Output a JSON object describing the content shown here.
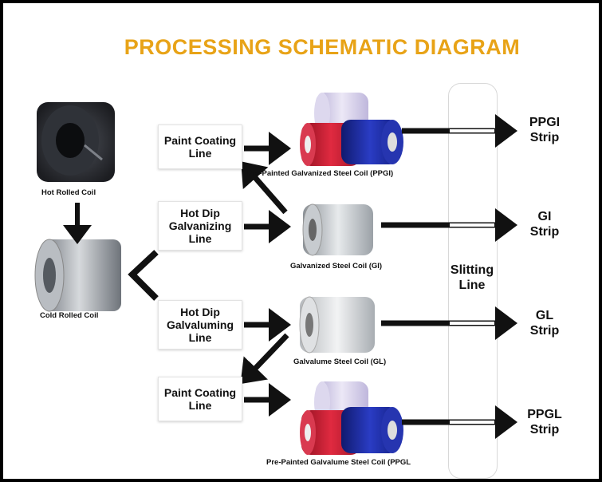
{
  "title": "PROCESSING SCHEMATIC DIAGRAM",
  "colors": {
    "title": "#e8a317",
    "arrow": "#111111",
    "coil_hot": "#2b2d33",
    "coil_cold": "#9aa0a6",
    "coil_red": "#c81d32",
    "coil_blue": "#1b2a9c",
    "coil_lavender": "#cfc8e6"
  },
  "coils": {
    "hot_rolled": "Hot Rolled Coil",
    "cold_rolled": "Cold Rolled Coil",
    "ppgi": "Pre-Painted Galvanized Steel Coil (PPGI)",
    "gi": "Galvanized Steel Coil (GI)",
    "gl": "Galvalume Steel Coil (GL)",
    "ppgl": "Pre-Painted Galvalume Steel Coil (PPGL"
  },
  "processes": {
    "paint_coating_1": "Paint Coating\nLine",
    "hot_dip_galvanizing": "Hot Dip\nGalvanizing\nLine",
    "hot_dip_galvaluming": "Hot Dip\nGalvaluming\nLine",
    "paint_coating_2": "Paint Coating\nLine"
  },
  "slitting": "Slitting\nLine",
  "outputs": {
    "ppgi": "PPGI\nStrip",
    "gi": "GI\nStrip",
    "gl": "GL\nStrip",
    "ppgl": "PPGL\nStrip"
  }
}
